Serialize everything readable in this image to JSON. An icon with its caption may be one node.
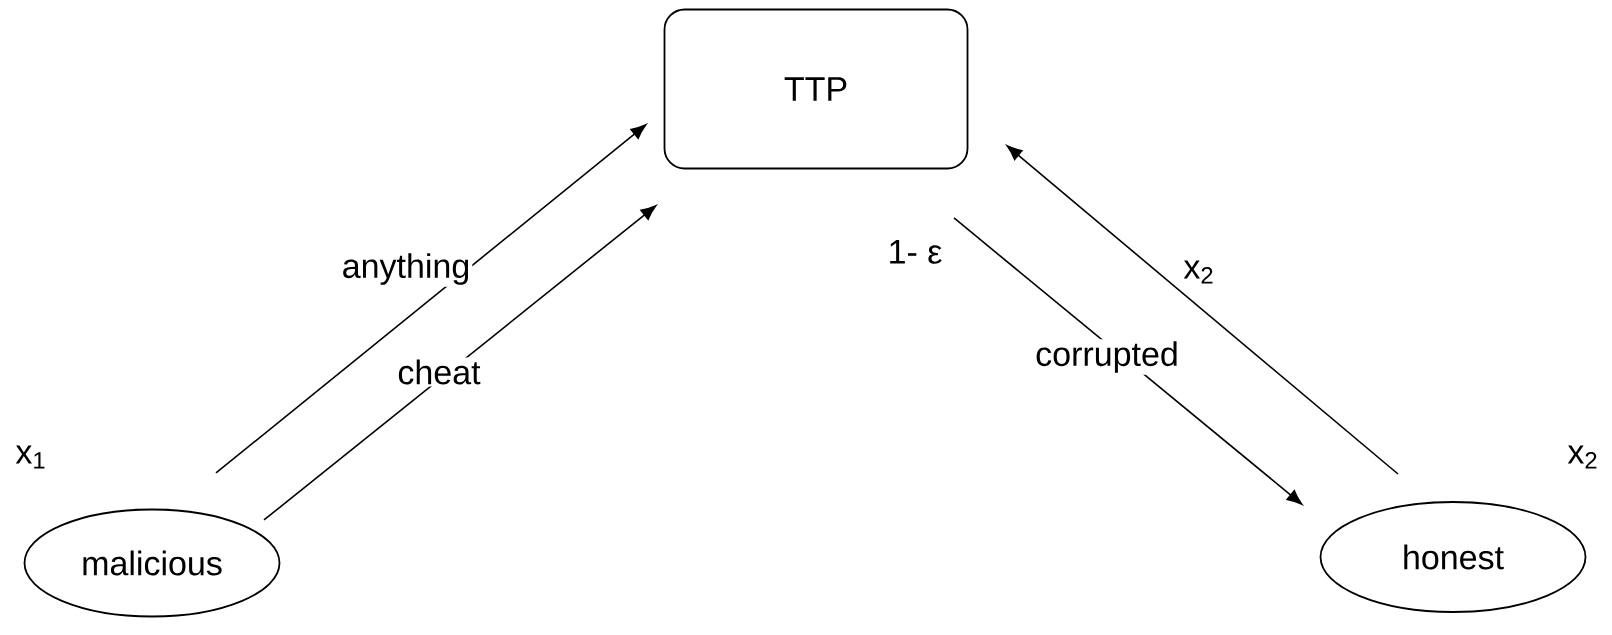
{
  "diagram": {
    "nodes": [
      {
        "text": [
          "TTP"
        ]
      },
      {
        "text": [
          "malicious"
        ],
        "beside": [
          "x$_{1}$"
        ]
      },
      {
        "text": [
          "honest"
        ],
        "beside": [
          "x$_{2}$"
        ]
      }
    ],
    "edges": [
      {
        "from": 1,
        "to": 0,
        "arrow": "to",
        "label": "anything"
      },
      {
        "from": 1,
        "to": 0,
        "arrow": "to",
        "label": "cheat"
      },
      {
        "from": 0,
        "to": 2,
        "arrow": "to",
        "label": "corrupted"
      },
      {
        "from": 2,
        "to": 0,
        "arrow": "to",
        "label": "x$_{2}$"
      }
    ],
    "labels": [
      "1- ε"
    ]
  }
}
